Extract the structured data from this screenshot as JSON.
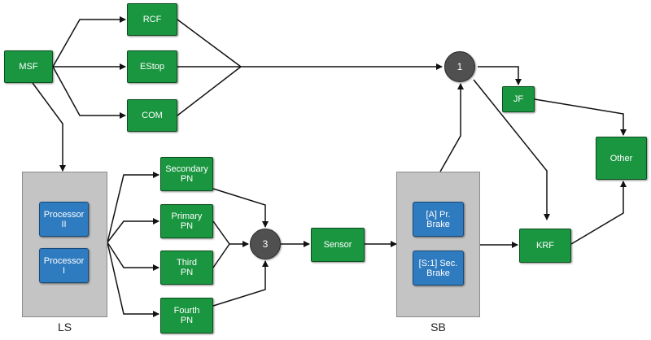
{
  "colors": {
    "node": "#1a9640",
    "processor": "#2f7bbf",
    "group": "#c4c4c4",
    "junction": "#505050",
    "wire": "#111111"
  },
  "nodes": {
    "msf": "MSF",
    "rcf": "RCF",
    "estop": "EStop",
    "com": "COM",
    "secondary_pn": "Secondary\nPN",
    "primary_pn": "Primary\nPN",
    "third_pn": "Third\nPN",
    "fourth_pn": "Fourth\nPN",
    "sensor": "Sensor",
    "jf": "JF",
    "other": "Other",
    "krf": "KRF"
  },
  "ls": {
    "label": "LS",
    "processor_ii": "Processor\nII",
    "processor_i": "Processor\nI"
  },
  "sb": {
    "label": "SB",
    "pr_brake": "[A] Pr.\nBrake",
    "sec_brake": "[S:1] Sec.\nBrake"
  },
  "junctions": {
    "one": "1",
    "three": "3"
  }
}
